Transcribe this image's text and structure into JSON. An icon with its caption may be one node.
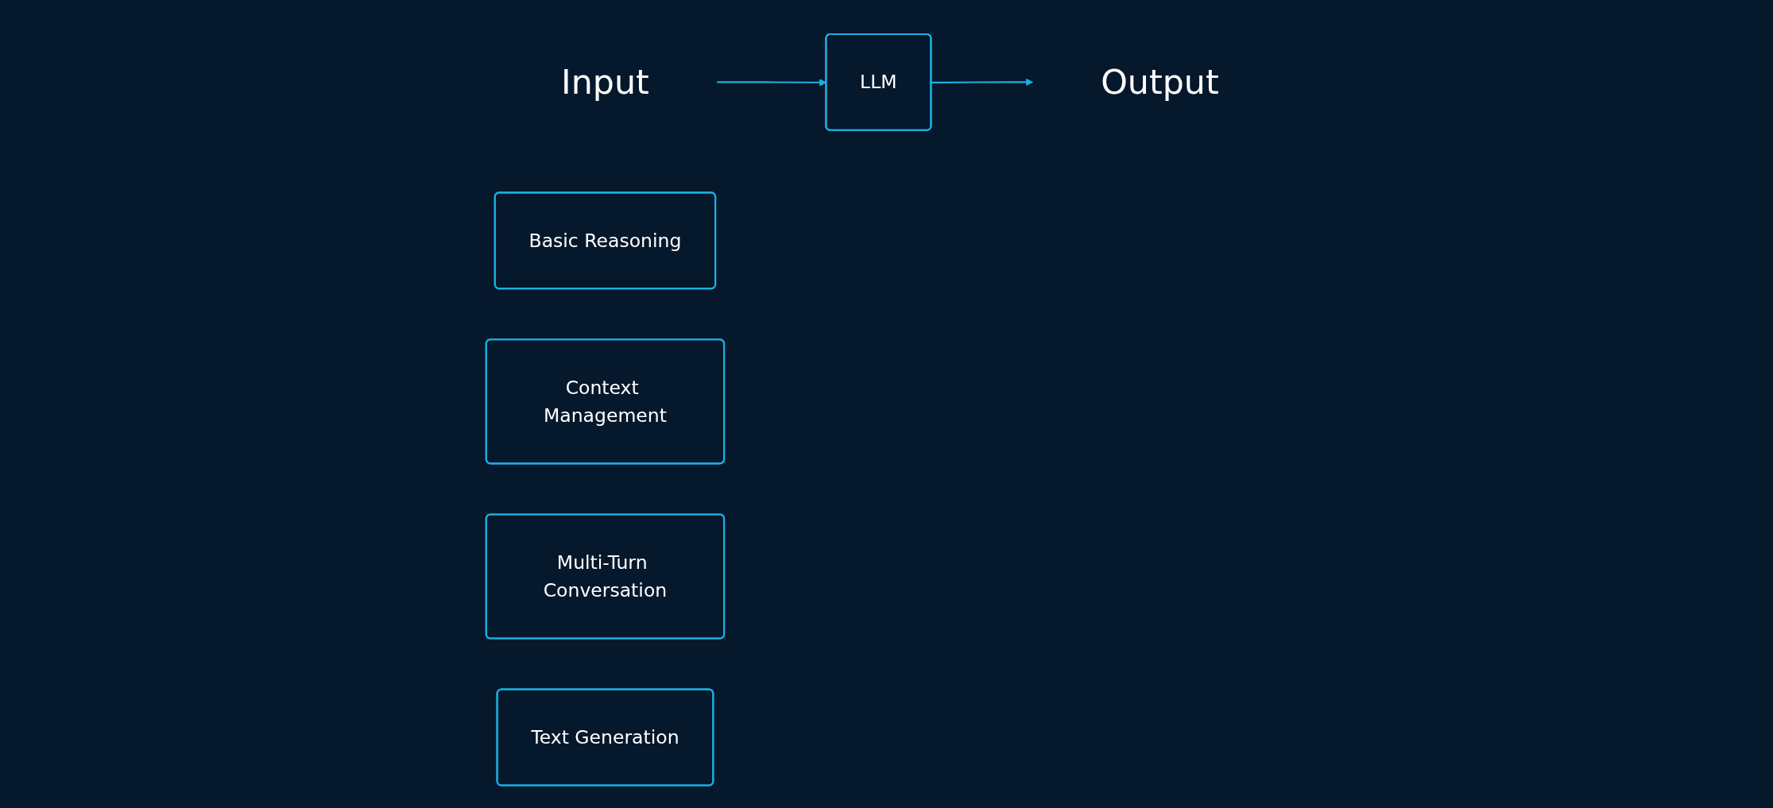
{
  "diagram": {
    "nodes": [
      {
        "text": [
          "Input"
        ]
      },
      {
        "text": [
          "LLM"
        ]
      },
      {
        "text": [
          "Output"
        ]
      },
      {
        "text": [
          "Basic Reasoning"
        ]
      },
      {
        "text": [
          "Context Management"
        ]
      },
      {
        "text": [
          "Multi-Turn Conversation"
        ]
      },
      {
        "text": [
          "Text Generation"
        ]
      }
    ],
    "edges": [
      {
        "from": 0,
        "to": 1,
        "arrow": "to"
      },
      {
        "from": 1,
        "to": 2,
        "arrow": "to"
      }
    ]
  }
}
